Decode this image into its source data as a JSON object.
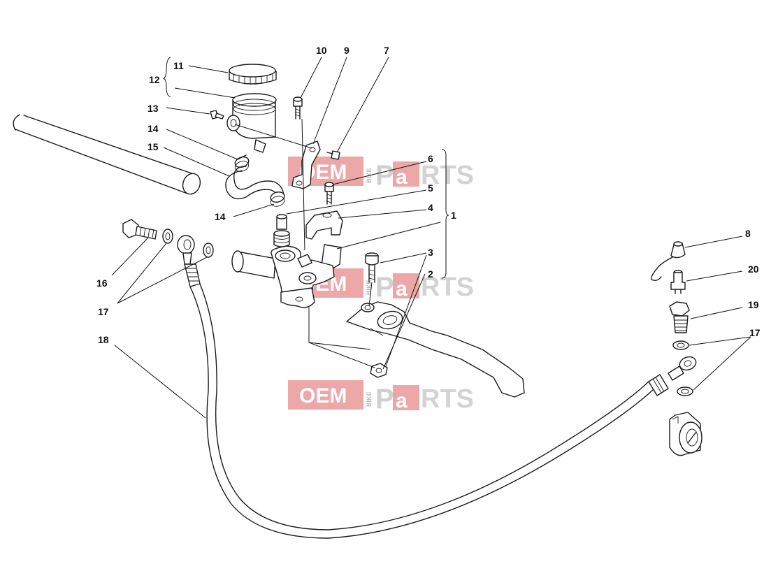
{
  "watermark": {
    "oem": "OEM",
    "bike": "BIKE",
    "p": "P",
    "a": "a",
    "rts": "RTS"
  },
  "callouts": [
    {
      "id": "c1",
      "label": "1"
    },
    {
      "id": "c2",
      "label": "2"
    },
    {
      "id": "c3",
      "label": "3"
    },
    {
      "id": "c4",
      "label": "4"
    },
    {
      "id": "c5",
      "label": "5"
    },
    {
      "id": "c6",
      "label": "6"
    },
    {
      "id": "c7",
      "label": "7"
    },
    {
      "id": "c8",
      "label": "8"
    },
    {
      "id": "c9",
      "label": "9"
    },
    {
      "id": "c10",
      "label": "10"
    },
    {
      "id": "c11",
      "label": "11"
    },
    {
      "id": "c12",
      "label": "12"
    },
    {
      "id": "c13",
      "label": "13"
    },
    {
      "id": "c14a",
      "label": "14"
    },
    {
      "id": "c14b",
      "label": "14"
    },
    {
      "id": "c15",
      "label": "15"
    },
    {
      "id": "c16",
      "label": "16"
    },
    {
      "id": "c17a",
      "label": "17"
    },
    {
      "id": "c17b",
      "label": "17"
    },
    {
      "id": "c18",
      "label": "18"
    },
    {
      "id": "c19",
      "label": "19"
    },
    {
      "id": "c20",
      "label": "20"
    }
  ]
}
